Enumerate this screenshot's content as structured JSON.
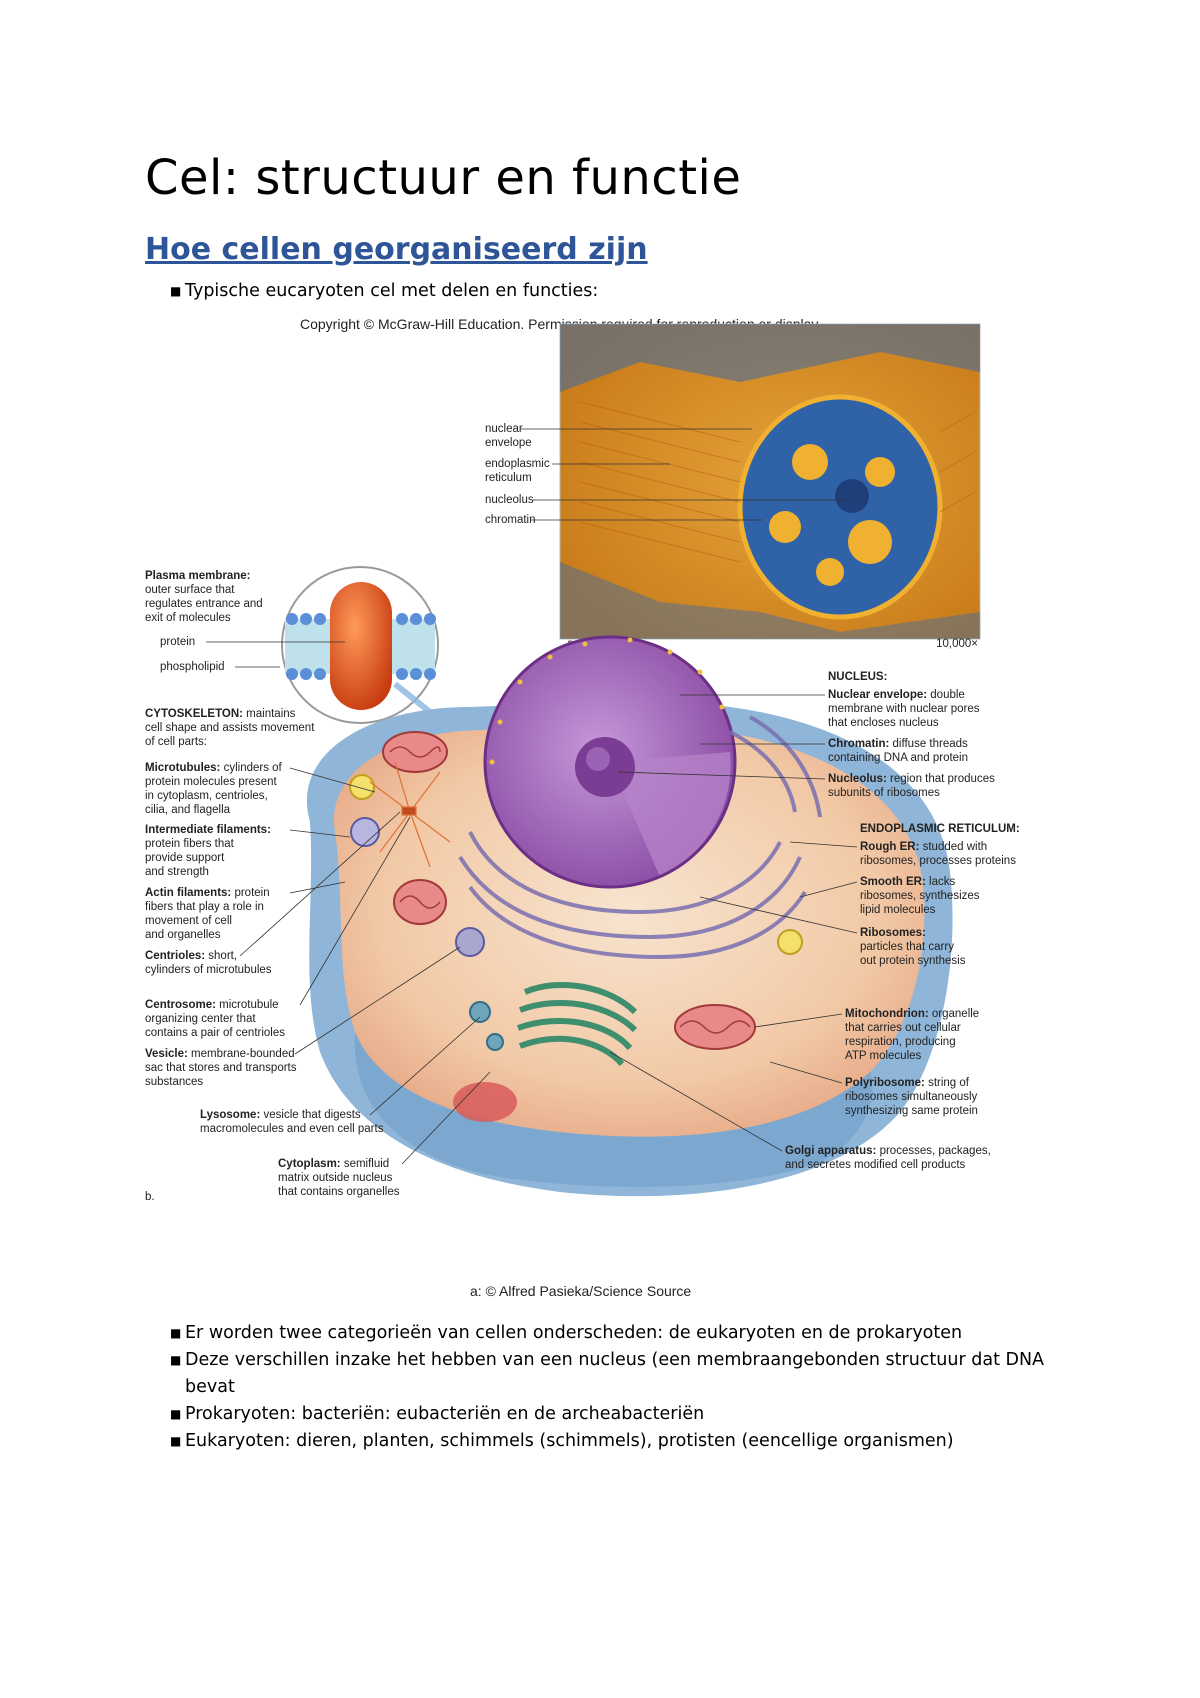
{
  "document": {
    "title": "Cel: structuur en functie",
    "section_heading": "Hoe cellen georganiseerd zijn",
    "intro_bullet": "Typische eucaryoten cel met delen en functies:",
    "bullets": [
      "Er worden twee categorieën van cellen onderscheden: de eukaryoten en de prokaryoten",
      "Deze verschillen inzake het hebben van een nucleus (een membraangebonden structuur dat DNA bevat",
      "Prokaryoten: bacteriën: eubacteriën en de archeabacteriën",
      "Eukaryoten: dieren, planten, schimmels (schimmels), protisten (eencellige organismen)"
    ]
  },
  "figure": {
    "copyright": "Copyright © McGraw-Hill Education. Permission required for reproduction or display.",
    "credit": "a: © Alfred Pasieka/Science Source",
    "micrograph": {
      "panel_letter": "a.",
      "magnification": "10,000×",
      "labels": [
        "nuclear",
        "envelope",
        "endoplasmic",
        "reticulum",
        "nucleolus",
        "chromatin"
      ]
    },
    "plasma_membrane": {
      "title": "Plasma membrane:",
      "desc": [
        "outer surface that",
        "regulates entrance and",
        "exit of molecules"
      ],
      "protein": "protein",
      "phospholipid": "phospholipid"
    },
    "left_labels": {
      "cytoskeleton": {
        "title": "CYTOSKELETON:",
        "desc": [
          " maintains",
          "cell shape and assists movement",
          "of cell parts:"
        ]
      },
      "microtubules": {
        "title": "Microtubules:",
        "desc": [
          " cylinders of",
          "protein molecules present",
          "in cytoplasm, centrioles,",
          "cilia, and flagella"
        ]
      },
      "intermediate": {
        "title": "Intermediate filaments:",
        "desc": [
          "protein fibers that",
          "provide support",
          "and strength"
        ]
      },
      "actin": {
        "title": "Actin filaments:",
        "desc": [
          " protein",
          "fibers that play a role in",
          "movement of cell",
          "and organelles"
        ]
      },
      "centrioles": {
        "title": "Centrioles:",
        "desc": [
          " short,",
          "cylinders of microtubules"
        ]
      },
      "centrosome": {
        "title": "Centrosome:",
        "desc": [
          " microtubule",
          "organizing center that",
          "contains a pair of centrioles"
        ]
      },
      "vesicle": {
        "title": "Vesicle:",
        "desc": [
          " membrane-bounded",
          "sac that stores and transports",
          "substances"
        ]
      },
      "lysosome": {
        "title": "Lysosome:",
        "desc": [
          " vesicle that digests",
          "macromolecules and even cell parts"
        ]
      },
      "cytoplasm": {
        "title": "Cytoplasm:",
        "desc": [
          " semifluid",
          "matrix outside nucleus",
          "that contains organelles"
        ]
      },
      "panel_letter": "b."
    },
    "right_labels": {
      "nucleus_heading": "NUCLEUS:",
      "nuclear_envelope": {
        "title": "Nuclear envelope:",
        "desc": [
          " double",
          "membrane with nuclear pores",
          "that encloses nucleus"
        ]
      },
      "chromatin": {
        "title": "Chromatin:",
        "desc": [
          " diffuse threads",
          "containing DNA and protein"
        ]
      },
      "nucleolus": {
        "title": "Nucleolus:",
        "desc": [
          " region that produces",
          "subunits of ribosomes"
        ]
      },
      "er_heading": "ENDOPLASMIC RETICULUM:",
      "rough_er": {
        "title": "Rough ER:",
        "desc": [
          " studded with",
          "ribosomes, processes proteins"
        ]
      },
      "smooth_er": {
        "title": "Smooth ER:",
        "desc": [
          " lacks",
          "ribosomes, synthesizes",
          "lipid molecules"
        ]
      },
      "ribosomes": {
        "title": "Ribosomes:",
        "desc": [
          "particles that carry",
          "out protein synthesis"
        ]
      },
      "mitochondrion": {
        "title": "Mitochondrion:",
        "desc": [
          " organelle",
          "that carries out cellular",
          "respiration, producing",
          "ATP molecules"
        ]
      },
      "polyribosome": {
        "title": "Polyribosome:",
        "desc": [
          " string of",
          "ribosomes simultaneously",
          "synthesizing same protein"
        ]
      },
      "golgi": {
        "title": "Golgi apparatus:",
        "desc": [
          " processes, packages,",
          "and secretes modified cell products"
        ]
      }
    }
  }
}
